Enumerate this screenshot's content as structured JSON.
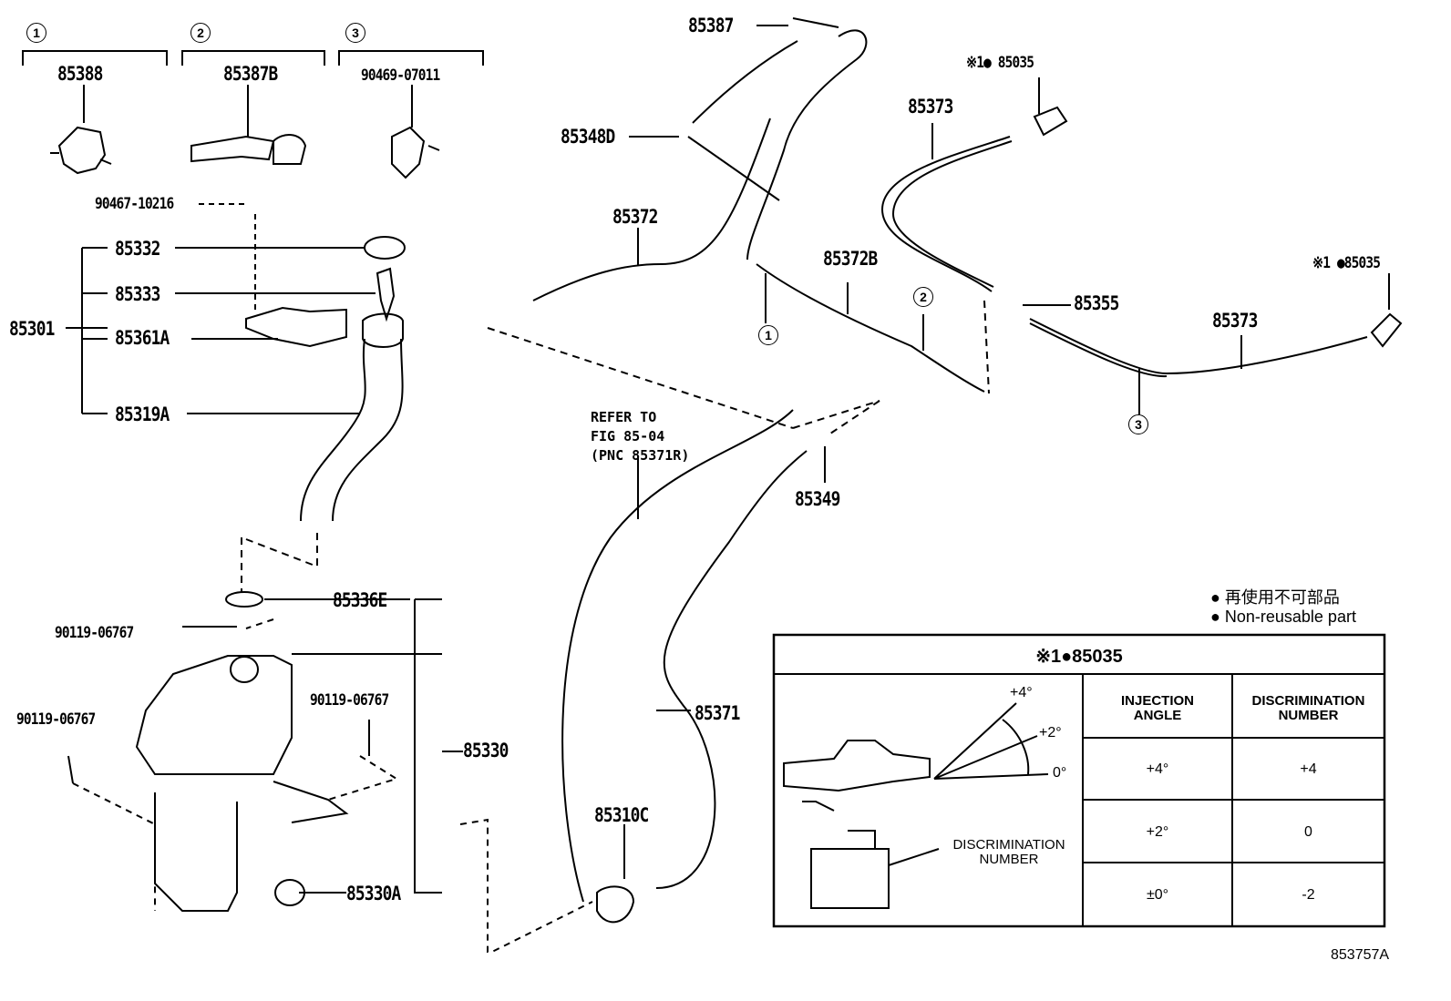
{
  "kits": [
    {
      "num": "1",
      "part": "85388"
    },
    {
      "num": "2",
      "part": "85387B"
    },
    {
      "num": "3",
      "part": "90469-07011"
    }
  ],
  "labels": {
    "p90467": "90467-10216",
    "p85332": "85332",
    "p85333": "85333",
    "p85301": "85301",
    "p85361A": "85361A",
    "p85319A": "85319A",
    "p85336E": "85336E",
    "p90119a": "90119-06767",
    "p90119b": "90119-06767",
    "p90119c": "90119-06767",
    "p85330": "85330",
    "p85330A": "85330A",
    "p85387": "85387",
    "p85348D": "85348D",
    "p85372": "85372",
    "p85372B": "85372B",
    "p85349": "85349",
    "p85371": "85371",
    "p85310C": "85310C",
    "p85373a": "85373",
    "p85373b": "85373",
    "p85355": "85355",
    "p85035a": "※1● 85035",
    "p85035b": "※1 ●85035"
  },
  "clip_markers": [
    "1",
    "2",
    "3"
  ],
  "refer_note": "REFER TO\nFIG 85-04\n(PNC 85371R)",
  "legend": {
    "jp": "● 再使用不可部品",
    "en": "● Non-reusable part"
  },
  "table": {
    "title": "※1●85035",
    "angles": {
      "a4": "+4°",
      "a2": "+2°",
      "a0": "0°"
    },
    "callout": "DISCRIMINATION\nNUMBER",
    "headers": [
      "INJECTION\nANGLE",
      "DISCRIMINATION\nNUMBER"
    ],
    "rows": [
      [
        "+4°",
        "+4"
      ],
      [
        "+2°",
        "0"
      ],
      [
        "±0°",
        "-2"
      ]
    ]
  },
  "figure_id": "853757A"
}
